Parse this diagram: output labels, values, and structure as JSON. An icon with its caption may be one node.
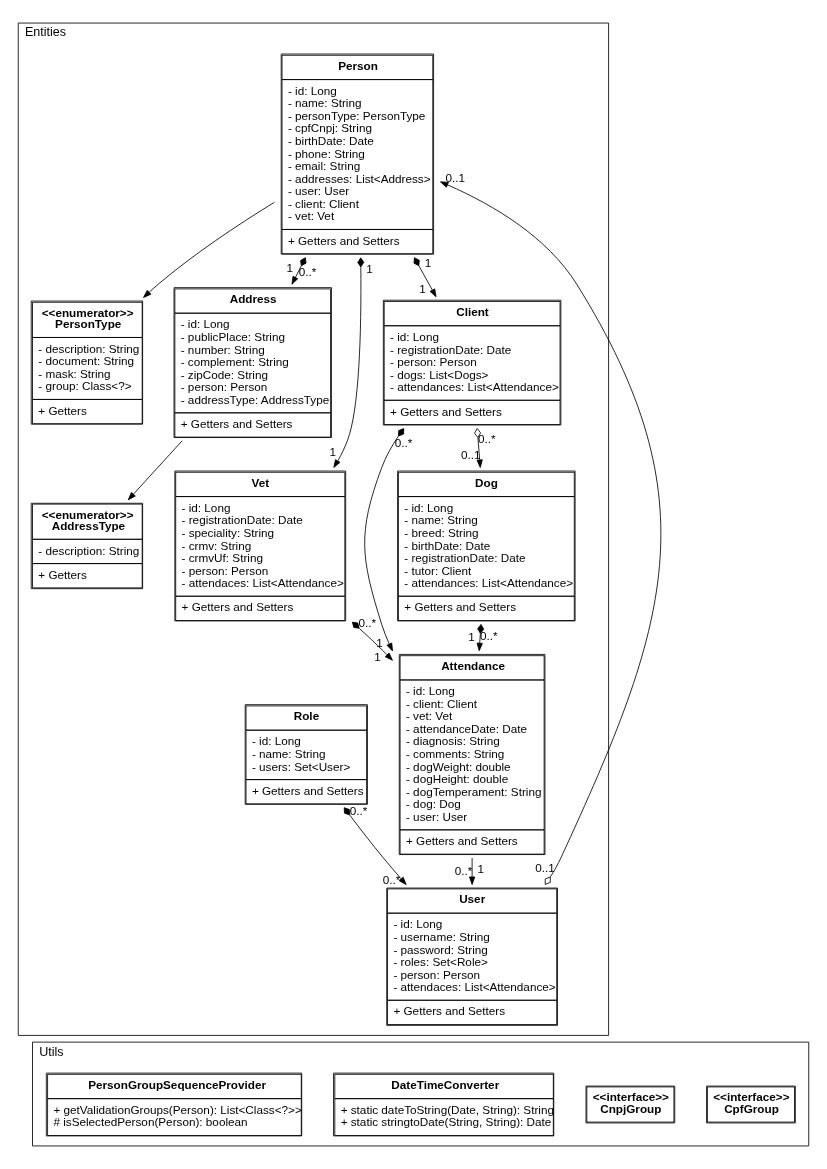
{
  "diagram": {
    "nodes": [
      {
        "text": [
          "Entities"
        ]
      },
      {
        "text": [
          "Person",
          "- id: Long",
          "- name: String",
          "- personType: PersonType",
          "- cpfCnpj: String",
          "- birthDate: Date",
          "- phone: String",
          "- email: String",
          "- addresses: List<Address>",
          "- user: User",
          "- client: Client",
          "- vet: Vet",
          "+ Getters and Setters"
        ],
        "in": 0
      },
      {
        "text": [
          "<<enumerator>>",
          "PersonType",
          "- description: String",
          "- document: String",
          "- mask: String",
          "- group: Class<?>",
          "+ Getters"
        ],
        "in": 0
      },
      {
        "text": [
          "<<enumerator>>",
          "AddressType",
          "- description: String",
          "+ Getters"
        ],
        "in": 0
      },
      {
        "text": [
          "Address",
          "- id: Long",
          "- publicPlace: String",
          "- number: String",
          "- complement: String",
          "- zipCode: String",
          "- person: Person",
          "- addressType: AddressType",
          "+ Getters and Setters"
        ],
        "in": 0
      },
      {
        "text": [
          "Vet",
          "- id: Long",
          "- registrationDate: Date",
          "- speciality: String",
          "- crmv: String",
          "- crmvUf: String",
          "- person: Person",
          "- attendaces: List<Attendance>",
          "+ Getters and Setters"
        ],
        "in": 0
      },
      {
        "text": [
          "Client",
          "- id: Long",
          "- registrationDate: Date",
          "- person: Person",
          "- dogs: List<Dogs>",
          "- attendances: List<Attendance>",
          "+ Getters and Setters"
        ],
        "in": 0
      },
      {
        "text": [
          "Role",
          "- id: Long",
          "- name: String",
          "- users: Set<User>",
          "+ Getters and Setters"
        ],
        "in": 0
      },
      {
        "text": [
          "Attendance",
          "- id: Long",
          "- client: Client",
          "- vet: Vet",
          "- attendanceDate: Date",
          "- diagnosis: String",
          "- comments: String",
          "- dogWeight: double",
          "- dogHeight: double",
          "- dogTemperament: String",
          "- dog: Dog",
          "- user: User",
          "+ Getters and Setters"
        ],
        "in": 0
      },
      {
        "text": [
          "User",
          "- id: Long",
          "- username: String",
          "- password: String",
          "- roles: Set<Role>",
          "- person: Person",
          "- attendaces: List<Attendance>",
          "+ Getters and Setters"
        ],
        "in": 0
      },
      {
        "text": [
          "Dog",
          "- id: Long",
          "- name: String",
          "- breed: String",
          "- birthDate: Date",
          "- registrationDate: Date",
          "- tutor: Client",
          "- attendances: List<Attendance>",
          "+ Getters and Setters"
        ],
        "in": 0
      },
      {
        "text": [
          "Utils"
        ]
      },
      {
        "text": [
          "<<interface>>",
          "CpfGroup"
        ],
        "in": 11
      },
      {
        "text": [
          "<<interface>>",
          "CnpjGroup"
        ],
        "in": 11
      },
      {
        "text": [
          "DateTimeConverter",
          "+ static dateToString(Date, String): String",
          "+ static stringtoDate(String, String): Date"
        ],
        "in": 11
      },
      {
        "text": [
          "PersonGroupSequenceProvider",
          "+ getValidationGroups(Person): List<Class<?>>",
          "# isSelectedPerson(Person): boolean"
        ],
        "in": 11
      }
    ],
    "edges": [
      {
        "from": 1,
        "to": 2,
        "arrow": "to"
      },
      {
        "from": 4,
        "to": 3,
        "arrow": "to"
      },
      {
        "from": 1,
        "to": 4,
        "arrow": "to"
      },
      {
        "from": 9,
        "to": 1,
        "arrow": "to"
      },
      {
        "from": 1,
        "to": 6,
        "arrow": "to"
      },
      {
        "from": 1,
        "to": 5,
        "arrow": "to"
      },
      {
        "from": 6,
        "to": 10,
        "arrow": "to"
      },
      {
        "from": 6,
        "to": 8,
        "arrow": "to"
      },
      {
        "from": 5,
        "to": 8,
        "arrow": "to"
      },
      {
        "from": 7,
        "to": 9,
        "arrow": "to"
      },
      {
        "from": 10,
        "to": 8,
        "arrow": "to"
      },
      {
        "from": 8,
        "to": 9,
        "arrow": "to"
      }
    ],
    "labels": [
      "0..*",
      "1",
      "0..1",
      "0..1",
      "1",
      "1",
      "1",
      "1",
      "0..*",
      "0..1",
      "0..*",
      "1",
      "0..*",
      "1",
      "0..*",
      "0..*",
      "0..*",
      "1",
      "1",
      "0..*"
    ]
  }
}
